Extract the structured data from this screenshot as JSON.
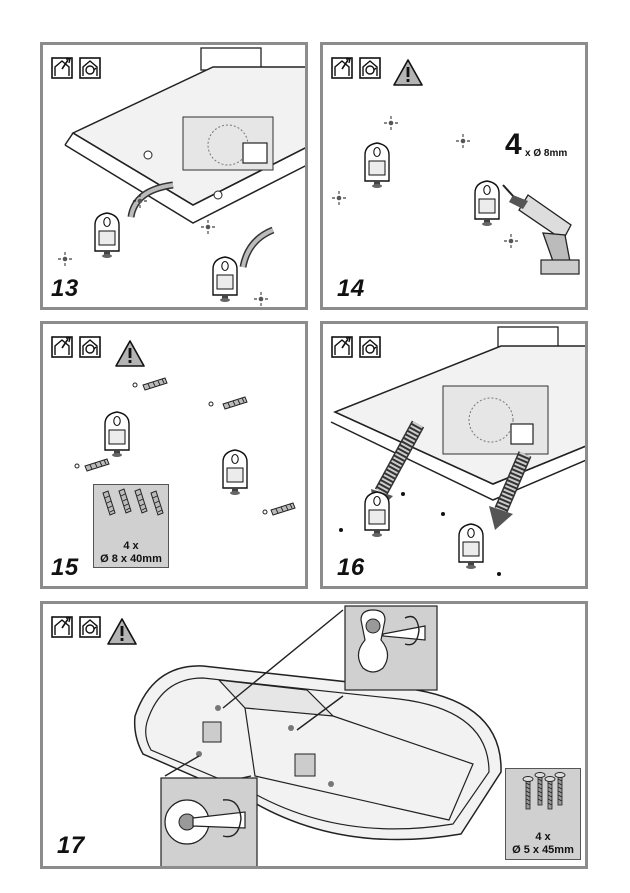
{
  "panels": [
    {
      "step": "13",
      "icons": [
        "hood-outdoor-vent-icon",
        "hood-recirculation-icon"
      ],
      "warning": false
    },
    {
      "step": "14",
      "icons": [
        "hood-outdoor-vent-icon",
        "hood-recirculation-icon"
      ],
      "warning": true,
      "drill": {
        "count": "4",
        "spec": "x Ø 8mm"
      }
    },
    {
      "step": "15",
      "icons": [
        "hood-outdoor-vent-icon",
        "hood-recirculation-icon"
      ],
      "warning": true,
      "pack": {
        "qty": "4 x",
        "size": "Ø 8 x 40mm"
      }
    },
    {
      "step": "16",
      "icons": [
        "hood-outdoor-vent-icon",
        "hood-recirculation-icon"
      ],
      "warning": false
    },
    {
      "step": "17",
      "icons": [
        "hood-outdoor-vent-icon",
        "hood-recirculation-icon"
      ],
      "warning": true,
      "pack": {
        "qty": "4 x",
        "size": "Ø 5 x 45mm"
      }
    }
  ],
  "colors": {
    "border": "#8c8c8c",
    "pack_bg": "#d0d0d0",
    "warning_fill": "#b4b4b4"
  }
}
